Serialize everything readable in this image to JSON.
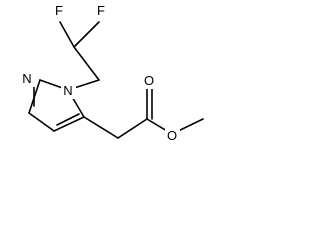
{
  "molecule": {
    "atoms": {
      "f1": "F",
      "f2": "F",
      "n1": "N",
      "n2": "N",
      "o_carbonyl": "O",
      "o_ester": "O"
    }
  },
  "colors": {
    "background": "#ffffff",
    "ink": "#000000"
  }
}
